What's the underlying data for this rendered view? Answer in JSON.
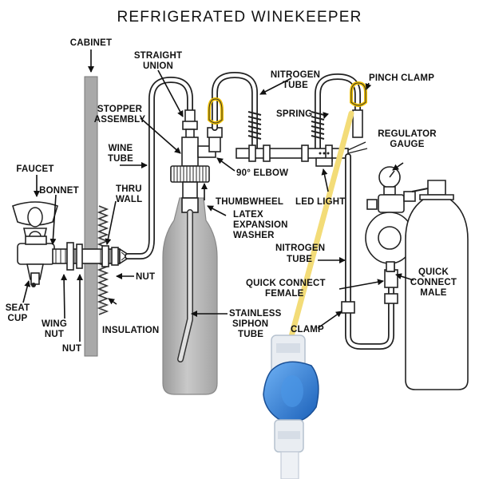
{
  "title": "REFRIGERATED WINEKEEPER",
  "labels": {
    "cabinet": "CABINET",
    "straight_union_1": "STRAIGHT",
    "straight_union_2": "UNION",
    "nitrogen_tube_top_1": "NITROGEN",
    "nitrogen_tube_top_2": "TUBE",
    "pinch_clamp": "PINCH CLAMP",
    "stopper_assembly_1": "STOPPER",
    "stopper_assembly_2": "ASSEMBLY",
    "spring": "SPRING",
    "regulator_gauge_1": "REGULATOR",
    "regulator_gauge_2": "GAUGE",
    "wine_tube_1": "WINE",
    "wine_tube_2": "TUBE",
    "elbow_90": "90° ELBOW",
    "faucet": "FAUCET",
    "bonnet": "BONNET",
    "thumbwheel": "THUMBWHEEL",
    "led_light": "LED LIGHT",
    "thru_wall_1": "THRU",
    "thru_wall_2": "WALL",
    "latex_1": "LATEX",
    "latex_2": "EXPANSION",
    "latex_3": "WASHER",
    "nitrogen_tube_mid_1": "NITROGEN",
    "nitrogen_tube_mid_2": "TUBE",
    "quick_connect_male_1": "QUICK",
    "quick_connect_male_2": "CONNECT",
    "quick_connect_male_3": "MALE",
    "nut_right": "NUT",
    "quick_connect_female_1": "QUICK CONNECT",
    "quick_connect_female_2": "FEMALE",
    "seat_cup_1": "SEAT",
    "seat_cup_2": "CUP",
    "stainless_1": "STAINLESS",
    "stainless_2": "SIPHON",
    "stainless_3": "TUBE",
    "wing_nut_1": "WING",
    "wing_nut_2": "NUT",
    "insulation": "INSULATION",
    "clamp": "CLAMP",
    "nut_bottom": "NUT"
  },
  "colors": {
    "ink": "#111111",
    "bottle": "#b8b8b8",
    "clamp_yellow": "#f0c000",
    "photo_tube": "#f3dc78",
    "valve_blue": "#2f7fd8",
    "fitting_white": "#e9edf2"
  }
}
